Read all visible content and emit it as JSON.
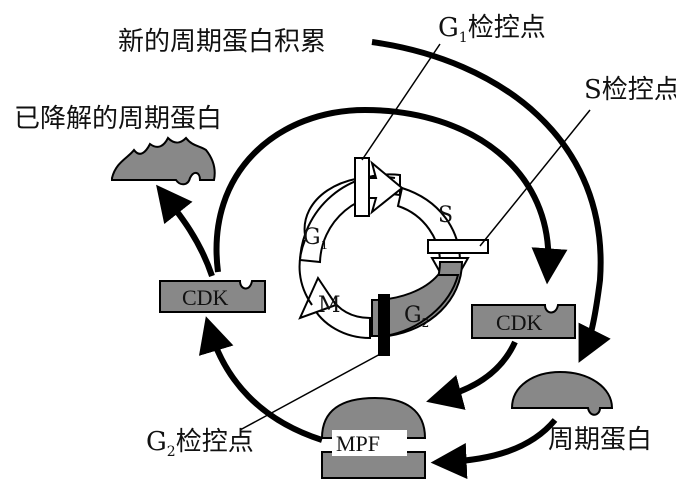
{
  "labels": {
    "new_cyclin": "新的周期蛋白积累",
    "degraded_cyclin": "已降解的周期蛋白",
    "g1_checkpoint_letter": "G",
    "g1_checkpoint_sub": "1",
    "g1_checkpoint_text": "检控点",
    "s_checkpoint": "S检控点",
    "g2_checkpoint_letter": "G",
    "g2_checkpoint_sub": "2",
    "g2_checkpoint_text": "检控点",
    "cyclin": "周期蛋白"
  },
  "phases": {
    "g1_letter": "G",
    "g1_sub": "1",
    "s": "S",
    "g2_letter": "G",
    "g2_sub": "2",
    "m": "M"
  },
  "boxes": {
    "cdk_left": "CDK",
    "cdk_right": "CDK",
    "mpf": "MPF"
  },
  "colors": {
    "gray_fill": "#888888",
    "stroke": "#000000",
    "background": "#ffffff"
  }
}
